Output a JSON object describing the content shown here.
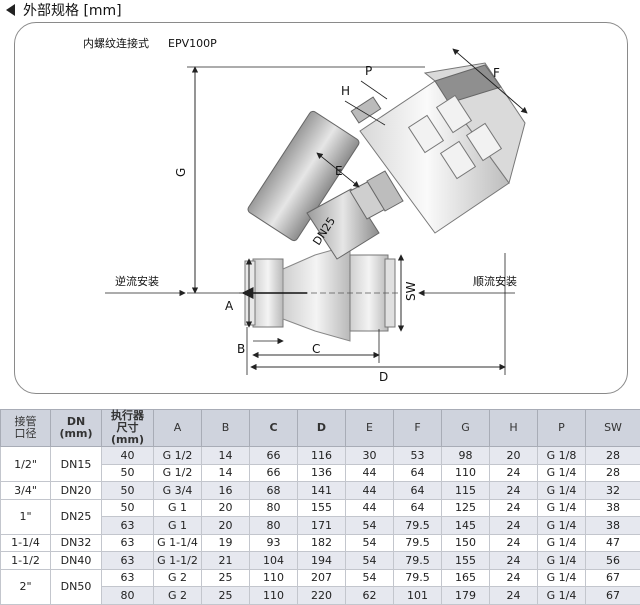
{
  "section": {
    "title": "外部规格 [mm]"
  },
  "drawing": {
    "connection_type": "内螺纹连接式",
    "model": "EPV100P",
    "reverse_install": "逆流安装",
    "forward_install": "顺流安装",
    "body_mark": "DN25",
    "dims": {
      "A": "A",
      "B": "B",
      "C": "C",
      "D": "D",
      "E": "E",
      "F": "F",
      "G": "G",
      "H": "H",
      "P": "P",
      "SW": "SW"
    }
  },
  "table": {
    "headers": {
      "pipe": [
        "接管",
        "口径"
      ],
      "dn": [
        "DN",
        "(mm)"
      ],
      "actuator": [
        "执行器",
        "尺寸",
        "(mm)"
      ],
      "cols": [
        "A",
        "B",
        "C",
        "D",
        "E",
        "F",
        "G",
        "H",
        "P",
        "SW"
      ]
    },
    "groups": [
      {
        "pipe": "1/2\"",
        "dn": "DN15",
        "rows": [
          [
            "40",
            "G 1/2",
            "14",
            "66",
            "116",
            "30",
            "53",
            "98",
            "20",
            "G 1/8",
            "28"
          ],
          [
            "50",
            "G 1/2",
            "14",
            "66",
            "136",
            "44",
            "64",
            "110",
            "24",
            "G 1/4",
            "28"
          ]
        ]
      },
      {
        "pipe": "3/4\"",
        "dn": "DN20",
        "rows": [
          [
            "50",
            "G 3/4",
            "16",
            "68",
            "141",
            "44",
            "64",
            "115",
            "24",
            "G 1/4",
            "32"
          ]
        ]
      },
      {
        "pipe": "1\"",
        "dn": "DN25",
        "rows": [
          [
            "50",
            "G 1",
            "20",
            "80",
            "155",
            "44",
            "64",
            "125",
            "24",
            "G 1/4",
            "38"
          ],
          [
            "63",
            "G 1",
            "20",
            "80",
            "171",
            "54",
            "79.5",
            "145",
            "24",
            "G 1/4",
            "38"
          ]
        ]
      },
      {
        "pipe": "1-1/4",
        "dn": "DN32",
        "rows": [
          [
            "63",
            "G 1-1/4",
            "19",
            "93",
            "182",
            "54",
            "79.5",
            "150",
            "24",
            "G 1/4",
            "47"
          ]
        ]
      },
      {
        "pipe": "1-1/2",
        "dn": "DN40",
        "rows": [
          [
            "63",
            "G 1-1/2",
            "21",
            "104",
            "194",
            "54",
            "79.5",
            "155",
            "24",
            "G 1/4",
            "56"
          ]
        ]
      },
      {
        "pipe": "2\"",
        "dn": "DN50",
        "rows": [
          [
            "63",
            "G 2",
            "25",
            "110",
            "207",
            "54",
            "79.5",
            "165",
            "24",
            "G 1/4",
            "67"
          ],
          [
            "80",
            "G 2",
            "25",
            "110",
            "220",
            "62",
            "101",
            "179",
            "24",
            "G 1/4",
            "67"
          ]
        ]
      }
    ]
  }
}
